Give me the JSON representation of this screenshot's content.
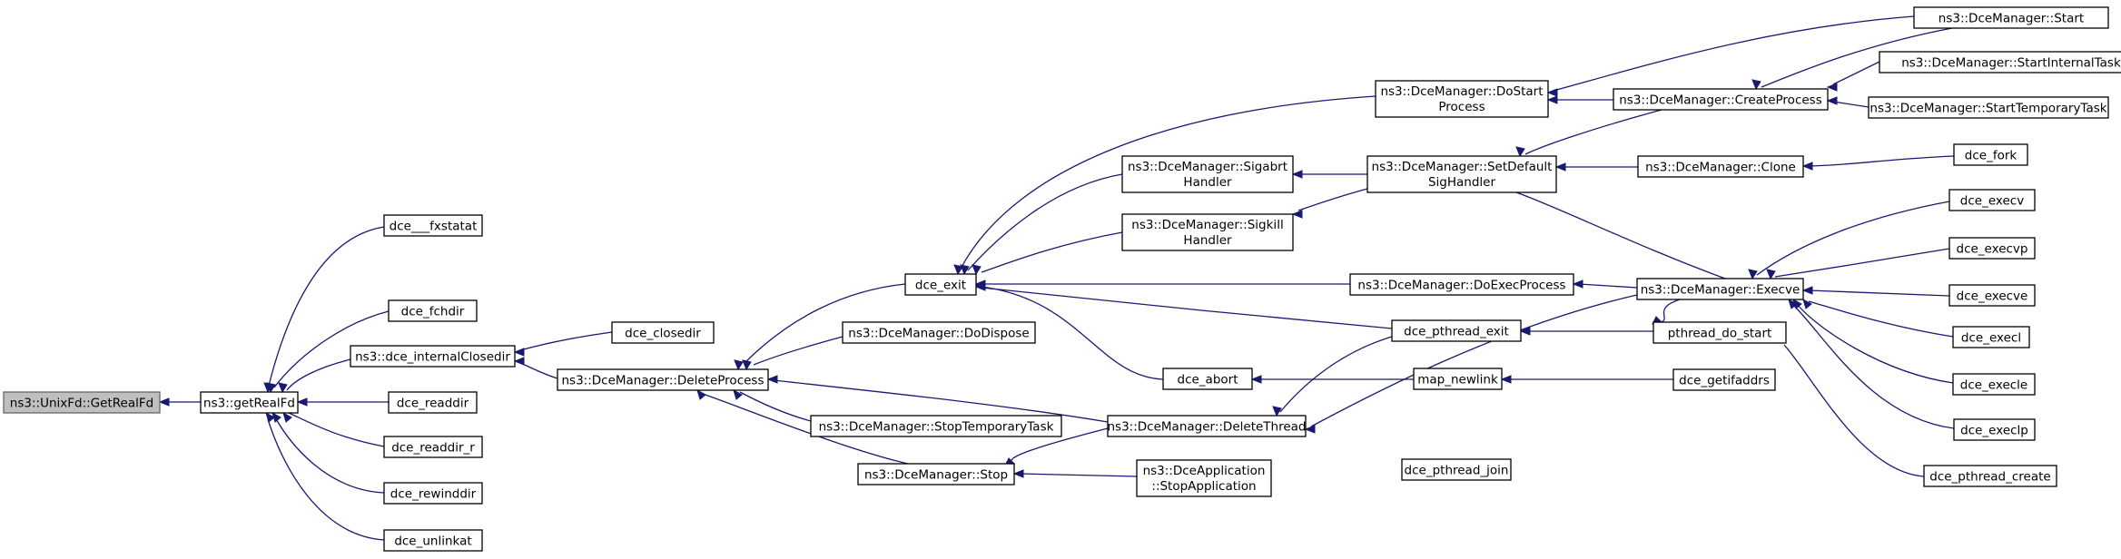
{
  "colors": {
    "edge": "#191970",
    "root_fill": "#bfbfbf",
    "node_border": "#000000"
  },
  "nodes": {
    "root": "ns3::UnixFd::GetRealFd",
    "getRealFd": "ns3::getRealFd",
    "fxstatat": "dce___fxstatat",
    "fchdir": "dce_fchdir",
    "internalClosedir": "ns3::dce_internalClosedir",
    "readdir": "dce_readdir",
    "readdir_r": "dce_readdir_r",
    "rewinddir": "dce_rewinddir",
    "unlinkat": "dce_unlinkat",
    "closedir": "dce_closedir",
    "deleteProcess": "ns3::DceManager::DeleteProcess",
    "exit": "dce_exit",
    "doDispose": "ns3::DceManager::DoDispose",
    "stopTemporaryTask": "ns3::DceManager::StopTemporaryTask",
    "stop": "ns3::DceManager::Stop",
    "deleteThread": "ns3::DceManager::DeleteThread",
    "sigabrt": [
      "ns3::DceManager::Sigabrt",
      "Handler"
    ],
    "sigkill": [
      "ns3::DceManager::Sigkill",
      "Handler"
    ],
    "abort": "dce_abort",
    "doStartProcess": [
      "ns3::DceManager::DoStart",
      "Process"
    ],
    "setDefaultSigHandler": [
      "ns3::DceManager::SetDefault",
      "SigHandler"
    ],
    "doExecProcess": "ns3::DceManager::DoExecProcess",
    "pthreadExit": "dce_pthread_exit",
    "mapNewlink": "map_newlink",
    "pthreadJoin": "dce_pthread_join",
    "stopApplication": [
      "ns3::DceApplication",
      "::StopApplication"
    ],
    "createProcess": "ns3::DceManager::CreateProcess",
    "clone": "ns3::DceManager::Clone",
    "execve": "ns3::DceManager::Execve",
    "pthreadDoStart": "pthread_do_start",
    "getifaddrs": "dce_getifaddrs",
    "start": "ns3::DceManager::Start",
    "startInternalTask": "ns3::DceManager::StartInternalTask",
    "startTemporaryTask": "ns3::DceManager::StartTemporaryTask",
    "fork": "dce_fork",
    "dceExecv": "dce_execv",
    "dceExecvp": "dce_execvp",
    "dceExecve": "dce_execve",
    "dceExecl": "dce_execl",
    "dceExecle": "dce_execle",
    "dceExeclp": "dce_execlp",
    "pthreadCreate": "dce_pthread_create"
  }
}
